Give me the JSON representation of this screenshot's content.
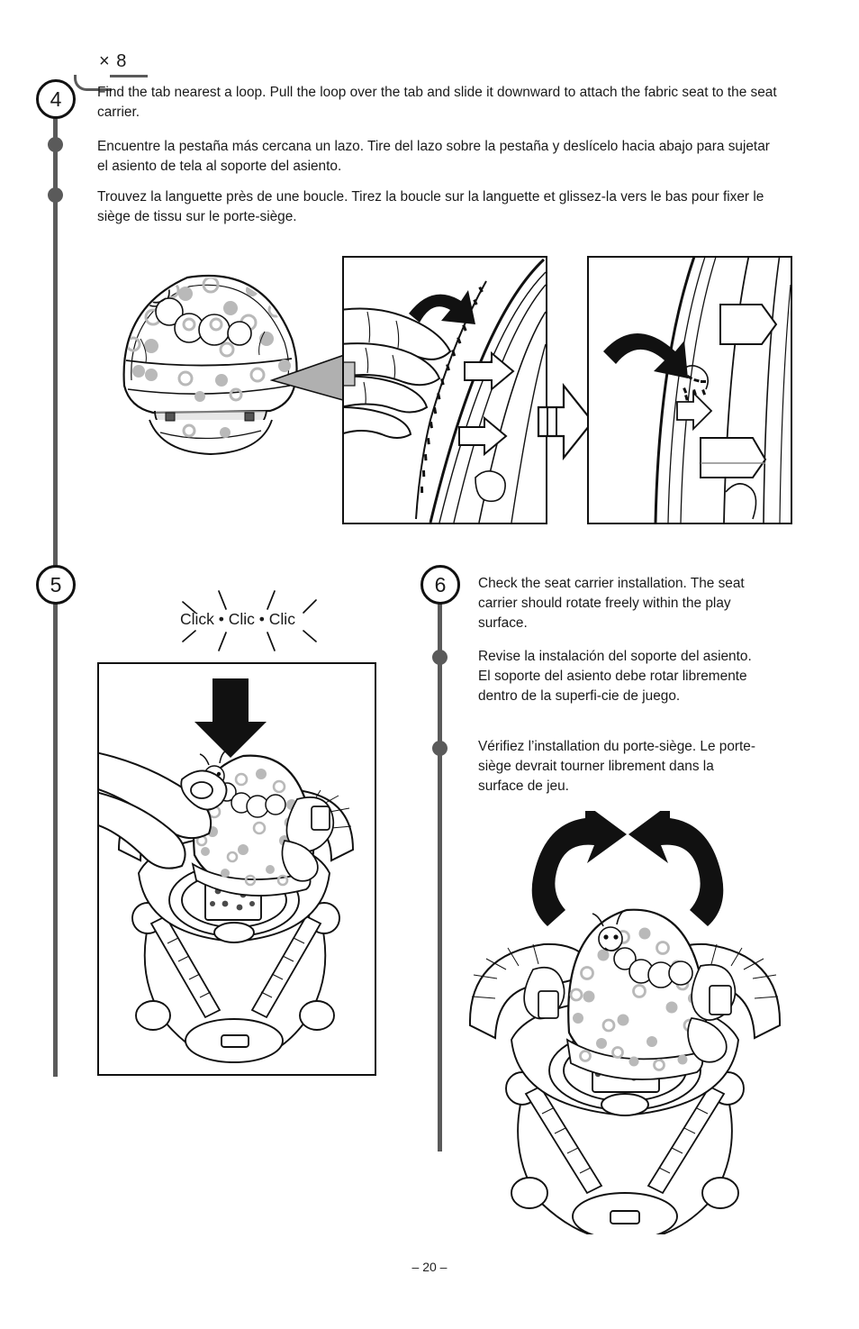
{
  "page": {
    "number_label": "– 20 –",
    "document_type": "assembly-instructions"
  },
  "steps": [
    {
      "number": "4",
      "quantity_label": "× 8",
      "paragraphs": {
        "en": "Find the tab nearest a loop. Pull the loop over the tab and slide it downward to attach the fabric seat to the seat carrier.",
        "es": "Encuentre la pestaña más cercana un lazo. Tire del lazo sobre la pestaña y deslícelo hacia abajo para sujetar el asiento de tela al soporte del asiento.",
        "fr": "Trouvez la languette près de une boucle. Tirez la boucle sur la languette et glissez-la vers le bas pour fixer le siège de tissu sur le porte-siège."
      }
    },
    {
      "number": "5",
      "sound_label": "Click • Clic • Clic",
      "paragraphs": {
        "en": "",
        "es": "",
        "fr": ""
      }
    },
    {
      "number": "6",
      "paragraphs": {
        "en": "Check the seat carrier installation. The seat carrier should rotate freely within the play surface.",
        "es": "Revise la instalación del soporte del asiento. El soporte del asiento debe rotar libremente dentro de la superfi-cie de juego.",
        "fr": "Vérifiez l’installation du porte-siège. Le porte-siège devrait tourner librement dans la surface de jeu."
      }
    }
  ],
  "figures": {
    "step4_fabric_seat": "fabric-seat-with-caterpillar-graphic",
    "step4_hand_tab_loop": "hand-pulling-loop-over-tab",
    "step4_loop_attached": "loop-slid-down-onto-tab-detail",
    "step5_press_seat": "pressing-seat-carrier-into-play-surface",
    "step6_rotate_seat": "seat-carrier-rotating-within-play-surface"
  },
  "colors": {
    "rail": "#5a5a5a",
    "ink": "#111111",
    "text": "#1a1a1a",
    "dot_fill": "#b8b8b8",
    "shade": "#c9c9c9"
  }
}
